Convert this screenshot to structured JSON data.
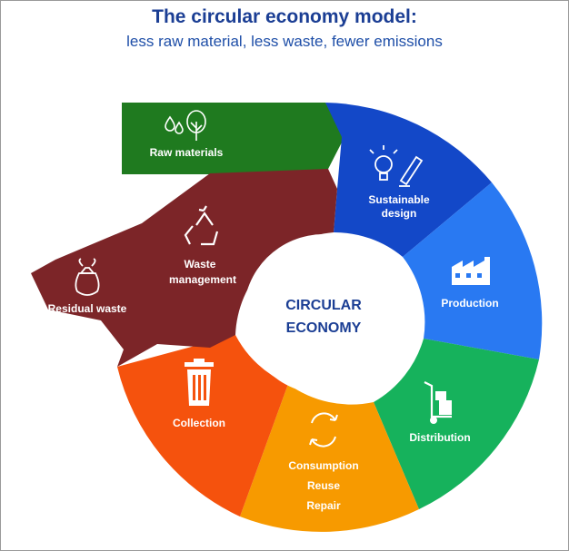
{
  "header": {
    "title": "The circular economy model:",
    "subtitle": "less raw material, less waste, fewer emissions"
  },
  "center": {
    "line1": "CIRCULAR",
    "line2": "ECONOMY"
  },
  "segments": {
    "raw_materials": {
      "label": "Raw materials",
      "color": "#1f7a1f",
      "icon": "water-drops-tree-icon"
    },
    "sustainable_design": {
      "line1": "Sustainable",
      "line2": "design",
      "color": "#1348c8",
      "icon": "lightbulb-pencil-icon"
    },
    "production": {
      "label": "Production",
      "color": "#2979f2",
      "icon": "factory-icon"
    },
    "distribution": {
      "label": "Distribution",
      "color": "#16b25c",
      "icon": "hand-truck-icon"
    },
    "consumption": {
      "line1": "Consumption",
      "line2": "Reuse",
      "line3": "Repair",
      "color": "#f79a00",
      "icon": "cycle-arrows-icon"
    },
    "collection": {
      "label": "Collection",
      "color": "#f5520d",
      "icon": "trash-bin-icon"
    },
    "waste_management": {
      "line1": "Waste",
      "line2": "management",
      "color": "#7c2528",
      "icon": "recycle-icon"
    },
    "residual_waste": {
      "label": "Residual waste",
      "color": "#7c2528",
      "icon": "garbage-bag-icon"
    }
  }
}
